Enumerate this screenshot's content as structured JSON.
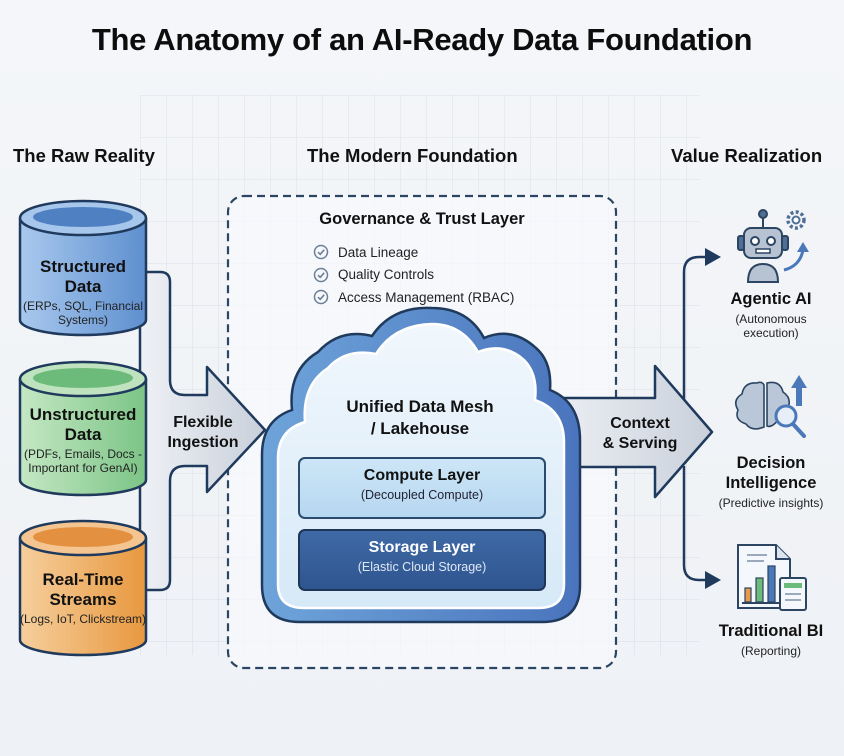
{
  "title": "The Anatomy of an AI-Ready Data Foundation",
  "columns": {
    "left": "The Raw Reality",
    "middle": "The Modern Foundation",
    "right": "Value Realization"
  },
  "sources": [
    {
      "title_line1": "Structured",
      "title_line2": "Data",
      "subtitle": "(ERPs, SQL, Financial Systems)",
      "color": "#6f9fd8",
      "icon": "database-cylinder-icon"
    },
    {
      "title_line1": "Unstructured",
      "title_line2": "Data",
      "subtitle": "(PDFs, Emails, Docs - Important for GenAI)",
      "color": "#8fd196",
      "icon": "database-cylinder-icon"
    },
    {
      "title_line1": "Real-Time",
      "title_line2": "Streams",
      "subtitle": "(Logs, IoT, Clickstream)",
      "color": "#f0a85a",
      "icon": "database-cylinder-icon"
    }
  ],
  "ingestion_arrow": {
    "line1": "Flexible",
    "line2": "Ingestion"
  },
  "governance": {
    "title": "Governance & Trust Layer",
    "items": [
      "Data Lineage",
      "Quality Controls",
      "Access Management (RBAC)"
    ],
    "item_icon": "check-circle-icon"
  },
  "cloud": {
    "title_line1": "Unified Data Mesh",
    "title_line2": "/ Lakehouse",
    "compute": {
      "title": "Compute Layer",
      "subtitle": "(Decoupled Compute)"
    },
    "storage": {
      "title": "Storage Layer",
      "subtitle": "(Elastic Cloud Storage)"
    }
  },
  "serving_arrow": {
    "line1": "Context",
    "line2": "& Serving"
  },
  "outcomes": [
    {
      "title": "Agentic AI",
      "subtitle_line1": "(Autonomous",
      "subtitle_line2": "execution)",
      "icon": "robot-gear-icon"
    },
    {
      "title_line1": "Decision",
      "title_line2": "Intelligence",
      "subtitle": "(Predictive insights)",
      "icon": "brain-magnifier-icon"
    },
    {
      "title": "Traditional BI",
      "subtitle": "(Reporting)",
      "icon": "report-chart-icon"
    }
  ],
  "colors": {
    "outline": "#1f3a5c",
    "arrow_fill": "#d3d9e2",
    "accent_blue": "#3f6aa5",
    "dash": "#2c4563"
  }
}
